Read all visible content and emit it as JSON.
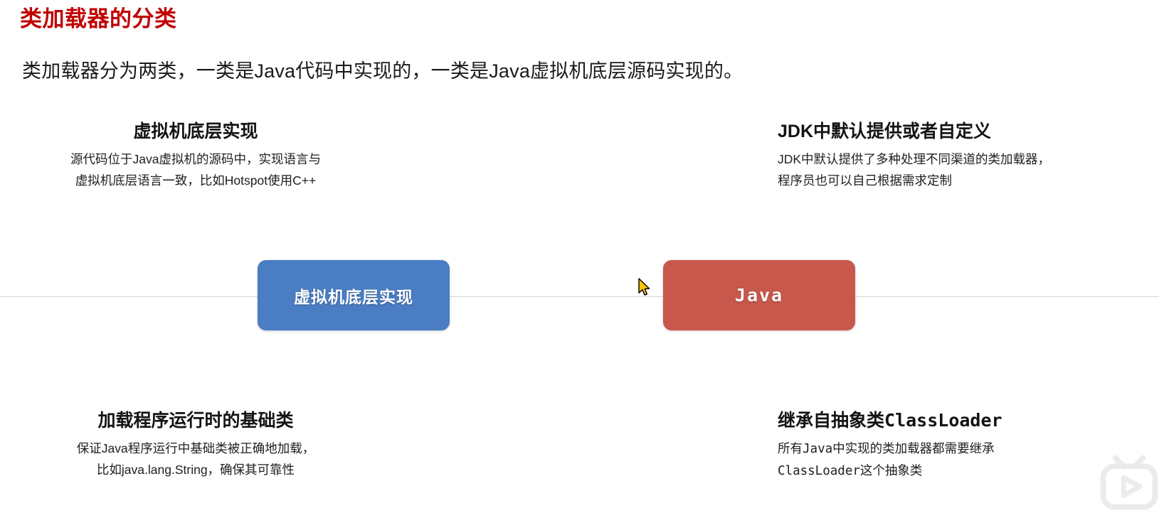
{
  "slide": {
    "title": "类加载器的分类",
    "title_color": "#c00000",
    "intro": "类加载器分为两类，一类是Java代码中实现的，一类是Java虚拟机底层源码实现的。"
  },
  "quadrants": {
    "top_left": {
      "heading": "虚拟机底层实现",
      "lines": [
        "源代码位于Java虚拟机的源码中，实现语言与",
        "虚拟机底层语言一致，比如Hotspot使用C++"
      ]
    },
    "top_right": {
      "heading": "JDK中默认提供或者自定义",
      "lines": [
        "JDK中默认提供了多种处理不同渠道的类加载器，",
        "程序员也可以自己根据需求定制"
      ]
    },
    "bottom_left": {
      "heading": "加载程序运行时的基础类",
      "lines": [
        "保证Java程序运行中基础类被正确地加载，",
        "比如java.lang.String，确保其可靠性"
      ]
    },
    "bottom_right": {
      "heading_plain": "继承自抽象类",
      "heading_mono": "ClassLoader",
      "line1_a": "所有",
      "line1_mono": "Java",
      "line1_b": "中实现的类加载器都需要继承",
      "line2_mono": "ClassLoader",
      "line2_b": "这个抽象类"
    }
  },
  "nodes": [
    {
      "id": "vm",
      "label": "虚拟机底层实现",
      "color": "#4a7dc3"
    },
    {
      "id": "java",
      "label": "Java",
      "color": "#c8584c"
    }
  ],
  "decor": {
    "axis_color": "#d6d6d6",
    "cursor_icon": "arrow-pointer-icon",
    "cursor_fill": "#ffc20e",
    "watermark_icon": "video-play-watermark-icon"
  }
}
